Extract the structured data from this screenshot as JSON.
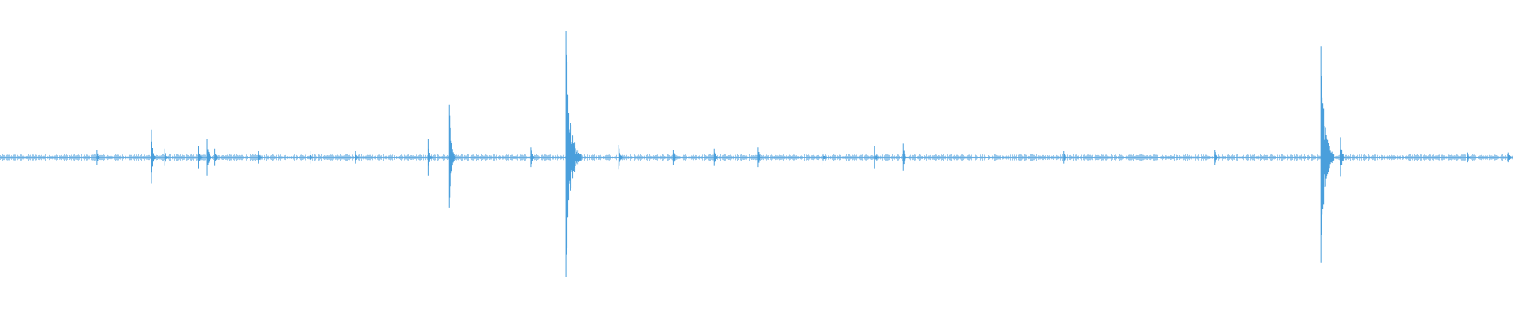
{
  "waveform": {
    "color": "#4a9fdc",
    "baseline_noise": 0.02,
    "peaks": [
      {
        "position": 0.064,
        "amplitude": 0.06
      },
      {
        "position": 0.1,
        "amplitude": 0.22
      },
      {
        "position": 0.109,
        "amplitude": 0.07
      },
      {
        "position": 0.131,
        "amplitude": 0.09
      },
      {
        "position": 0.137,
        "amplitude": 0.15
      },
      {
        "position": 0.142,
        "amplitude": 0.07
      },
      {
        "position": 0.171,
        "amplitude": 0.05
      },
      {
        "position": 0.205,
        "amplitude": 0.05
      },
      {
        "position": 0.235,
        "amplitude": 0.05
      },
      {
        "position": 0.283,
        "amplitude": 0.15
      },
      {
        "position": 0.297,
        "amplitude": 0.42
      },
      {
        "position": 0.351,
        "amplitude": 0.08
      },
      {
        "position": 0.374,
        "amplitude": 1.0
      },
      {
        "position": 0.409,
        "amplitude": 0.1
      },
      {
        "position": 0.445,
        "amplitude": 0.06
      },
      {
        "position": 0.472,
        "amplitude": 0.07
      },
      {
        "position": 0.501,
        "amplitude": 0.08
      },
      {
        "position": 0.544,
        "amplitude": 0.06
      },
      {
        "position": 0.578,
        "amplitude": 0.09
      },
      {
        "position": 0.597,
        "amplitude": 0.11
      },
      {
        "position": 0.703,
        "amplitude": 0.05
      },
      {
        "position": 0.803,
        "amplitude": 0.06
      },
      {
        "position": 0.873,
        "amplitude": 0.88
      },
      {
        "position": 0.886,
        "amplitude": 0.16
      },
      {
        "position": 0.97,
        "amplitude": 0.04
      },
      {
        "position": 0.997,
        "amplitude": 0.04
      }
    ]
  }
}
